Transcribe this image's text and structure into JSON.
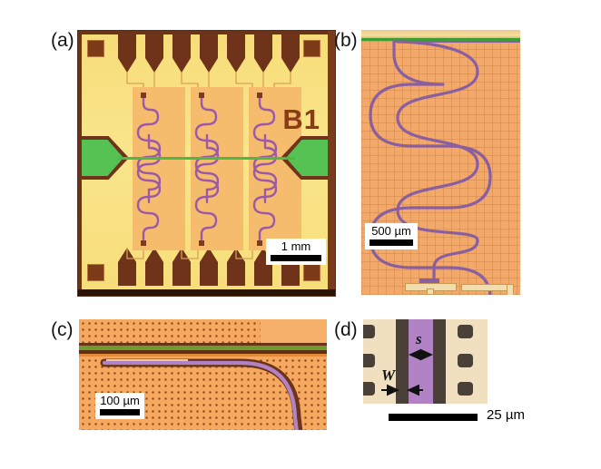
{
  "figure": {
    "type": "micrograph-figure",
    "panel_count": 4,
    "background": "#ffffff"
  },
  "panels": {
    "a": {
      "label": "(a)",
      "chip_id": "B1",
      "scale_text": "1 mm",
      "description": "optical micrograph of full superconducting resonator chip with six hanger meander resonators coupled to a central coplanar-waveguide feedline and wirebond pad combs top and bottom",
      "colors": {
        "gold_film": "#f7de79",
        "resonator_cell": "#f6b96b",
        "feedline_green": "#4cb948",
        "meander_trace": "#9b59a8",
        "substrate_edge": "#6b3318",
        "b1_text": "#8a3c16"
      },
      "top_pad_count": 7,
      "bottom_pad_count": 7,
      "resonator_count": 6
    },
    "b": {
      "label": "(b)",
      "scale_text": "500 µm",
      "description": "zoom of a single meander resonator showing three full hairpin turns ending at the coupling capacitor and ground pad",
      "colors": {
        "film": "#f2a96a",
        "meander_trace": "#8a5fa0",
        "feedline_green": "#3f9b33",
        "pad": "#7d3b1a"
      },
      "meander_turns": 3
    },
    "c": {
      "label": "(c)",
      "scale_text": "100 µm",
      "description": "zoom of the coupling region showing the flux-trapping hole array, the feedline and the curved resonator line bending away",
      "colors": {
        "film": "#f5a85f",
        "holes": "#8c3d12",
        "green_line": "#6f9b2e",
        "resonator_trace": "#b183c4"
      }
    },
    "d": {
      "label": "(d)",
      "scale_text": "25 µm",
      "dim_gap": "s",
      "dim_width": "W",
      "description": "high magnification of the coplanar waveguide cross-section defining the center conductor width s and the gap W",
      "colors": {
        "ground_metal": "#4a4038",
        "center_conductor": "#b183c4",
        "substrate": "#f0e0c0"
      }
    }
  }
}
